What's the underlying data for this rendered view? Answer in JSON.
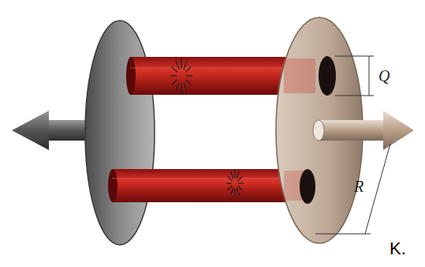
{
  "diagram": {
    "labels": [
      "Q",
      "R",
      "K."
    ]
  }
}
